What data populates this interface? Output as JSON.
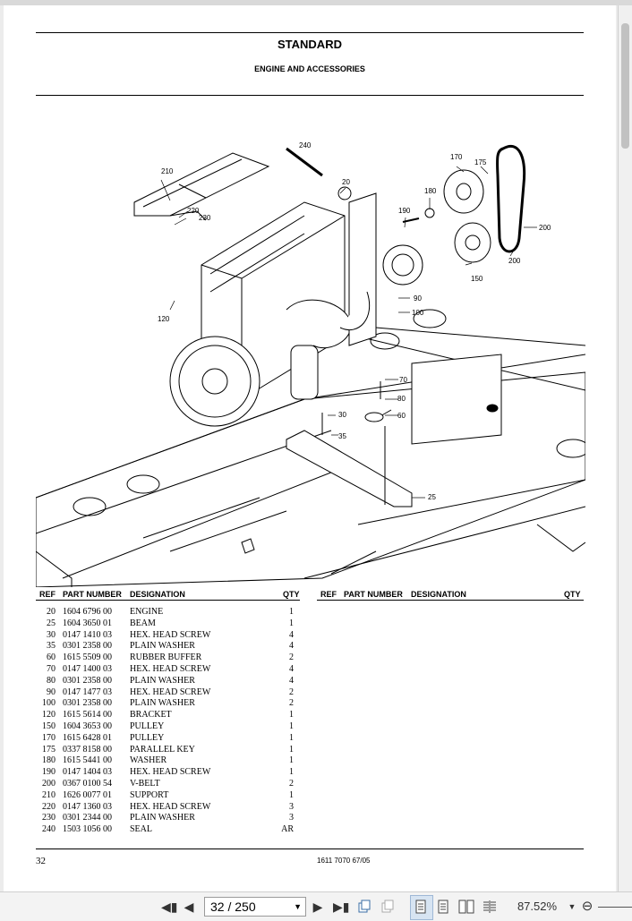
{
  "header": {
    "title": "STANDARD",
    "subtitle": "ENGINE AND ACCESSORIES"
  },
  "callouts": [
    "240",
    "210",
    "20",
    "170",
    "175",
    "180",
    "190",
    "220",
    "230",
    "120",
    "90",
    "100",
    "200",
    "200",
    "150",
    "70",
    "80",
    "60",
    "30",
    "35",
    "25"
  ],
  "table_headers": {
    "ref": "REF",
    "part_number": "PART NUMBER",
    "designation": "DESIGNATION",
    "qty": "QTY"
  },
  "parts": [
    {
      "ref": "20",
      "pn": "1604 6796 00",
      "des": "ENGINE",
      "qty": "1"
    },
    {
      "ref": "25",
      "pn": "1604 3650 01",
      "des": "BEAM",
      "qty": "1"
    },
    {
      "ref": "30",
      "pn": "0147 1410 03",
      "des": "HEX. HEAD SCREW",
      "qty": "4"
    },
    {
      "ref": "35",
      "pn": "0301 2358 00",
      "des": "PLAIN WASHER",
      "qty": "4"
    },
    {
      "ref": "60",
      "pn": "1615 5509 00",
      "des": "RUBBER BUFFER",
      "qty": "2"
    },
    {
      "ref": "70",
      "pn": "0147 1400 03",
      "des": "HEX. HEAD SCREW",
      "qty": "4"
    },
    {
      "ref": "80",
      "pn": "0301 2358 00",
      "des": "PLAIN WASHER",
      "qty": "4"
    },
    {
      "ref": "90",
      "pn": "0147 1477 03",
      "des": "HEX. HEAD SCREW",
      "qty": "2"
    },
    {
      "ref": "100",
      "pn": "0301 2358 00",
      "des": "PLAIN WASHER",
      "qty": "2"
    },
    {
      "ref": "120",
      "pn": "1615 5614 00",
      "des": "BRACKET",
      "qty": "1"
    },
    {
      "ref": "150",
      "pn": "1604 3653 00",
      "des": "PULLEY",
      "qty": "1"
    },
    {
      "ref": "170",
      "pn": "1615 6428 01",
      "des": "PULLEY",
      "qty": "1"
    },
    {
      "ref": "175",
      "pn": "0337 8158 00",
      "des": "PARALLEL KEY",
      "qty": "1"
    },
    {
      "ref": "180",
      "pn": "1615 5441 00",
      "des": "WASHER",
      "qty": "1"
    },
    {
      "ref": "190",
      "pn": "0147 1404 03",
      "des": "HEX. HEAD SCREW",
      "qty": "1"
    },
    {
      "ref": "200",
      "pn": "0367 0100 54",
      "des": "V-BELT",
      "qty": "2"
    },
    {
      "ref": "210",
      "pn": "1626 0077 01",
      "des": "SUPPORT",
      "qty": "1"
    },
    {
      "ref": "220",
      "pn": "0147 1360 03",
      "des": "HEX. HEAD SCREW",
      "qty": "3"
    },
    {
      "ref": "230",
      "pn": "0301 2344 00",
      "des": "PLAIN WASHER",
      "qty": "3"
    },
    {
      "ref": "240",
      "pn": "1503 1056 00",
      "des": "SEAL",
      "qty": "AR"
    }
  ],
  "footer": {
    "page_number": "32",
    "document_code": "1611 7070 67/05"
  },
  "viewer": {
    "page_field": "32 / 250",
    "zoom": "87.52%",
    "icons": [
      "first-page-icon",
      "prev-page-icon",
      "next-page-icon",
      "last-page-icon",
      "rotate-icon",
      "rotate-alt-icon",
      "single-page-icon",
      "continuous-icon",
      "two-page-icon",
      "two-page-continuous-icon",
      "zoom-dropdown-icon",
      "zoom-out-icon"
    ]
  }
}
